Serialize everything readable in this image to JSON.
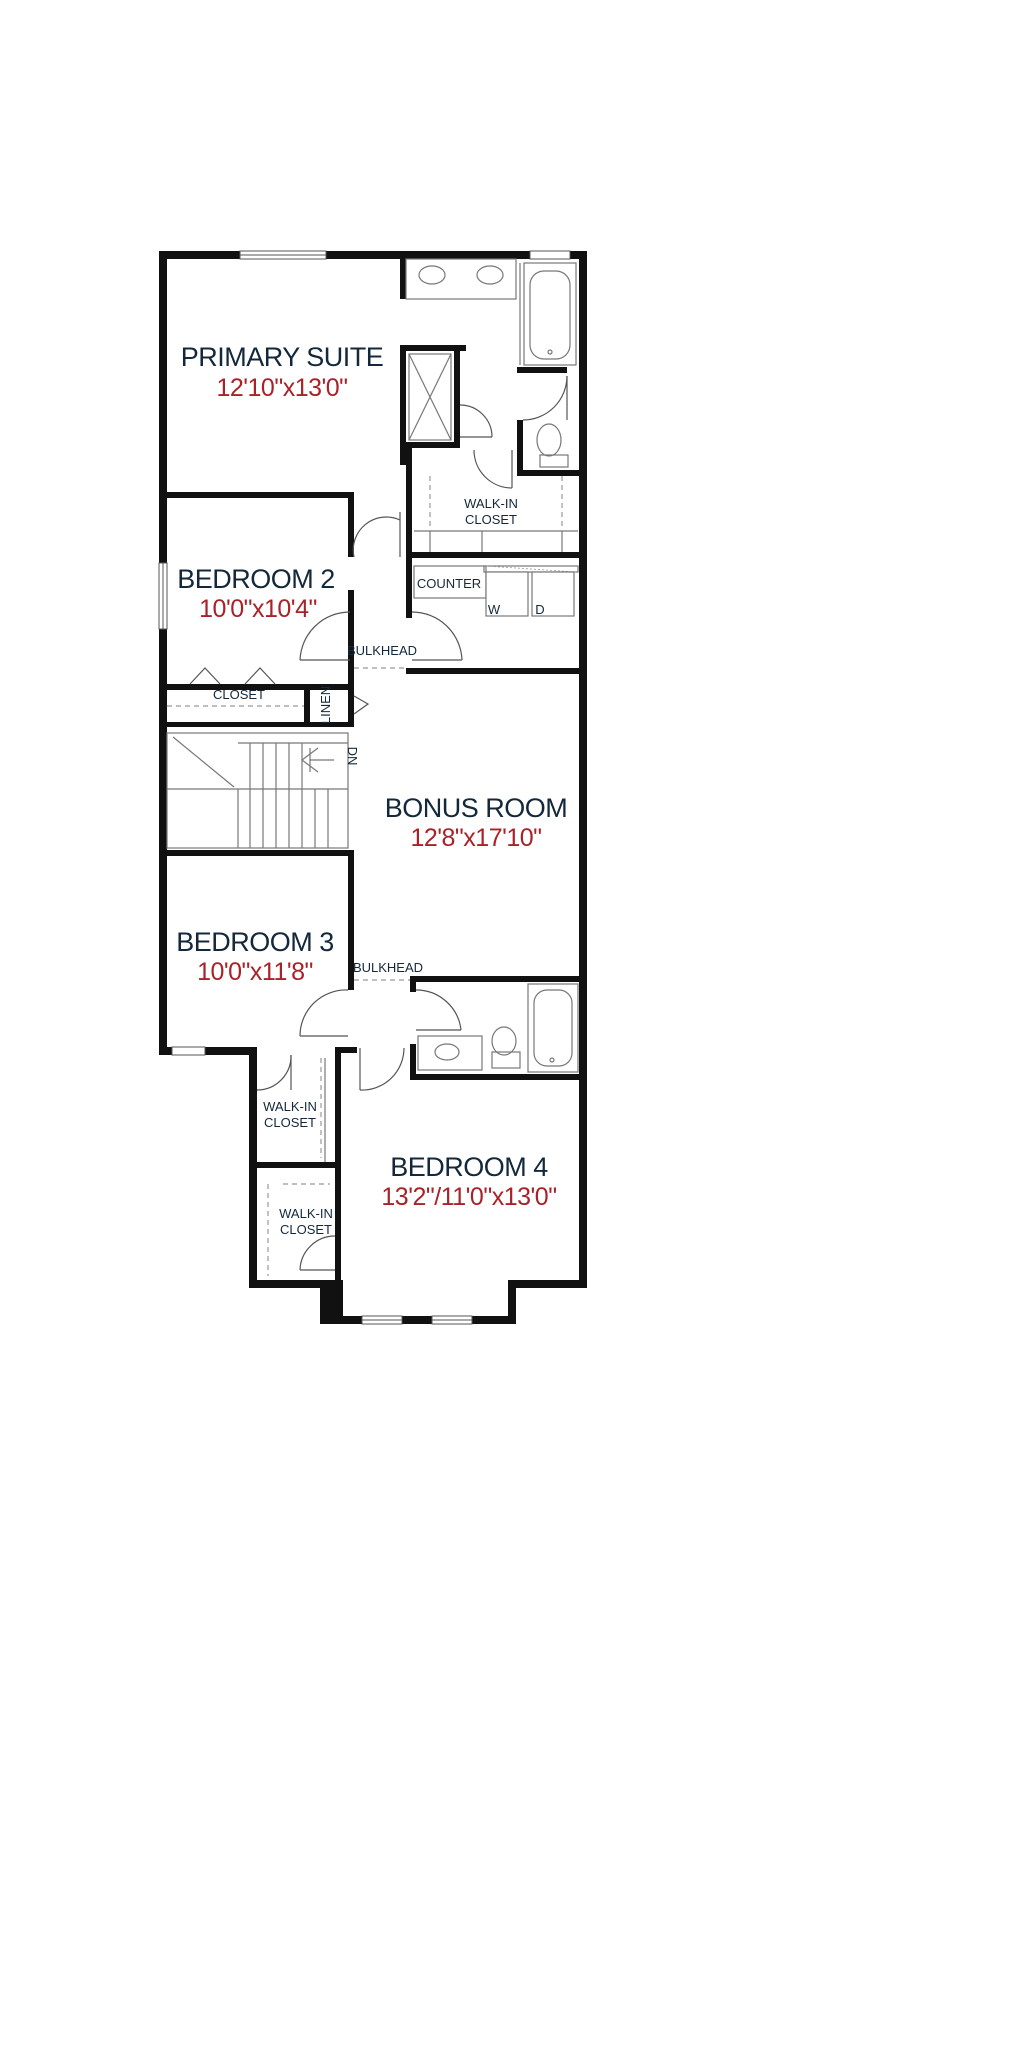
{
  "rooms": {
    "primary_suite": {
      "name": "PRIMARY SUITE",
      "dim": "12'10\"x13'0\""
    },
    "bedroom2": {
      "name": "BEDROOM 2",
      "dim": "10'0\"x10'4\""
    },
    "bonus_room": {
      "name": "BONUS ROOM",
      "dim": "12'8\"x17'10\""
    },
    "bedroom3": {
      "name": "BEDROOM 3",
      "dim": "10'0\"x11'8\""
    },
    "bedroom4": {
      "name": "BEDROOM 4",
      "dim": "13'2\"/11'0\"x13'0\""
    }
  },
  "labels": {
    "walkin_top_1": "WALK-IN",
    "walkin_top_2": "CLOSET",
    "counter": "COUNTER",
    "washer": "W",
    "dryer": "D",
    "bulkhead_top": "BULKHEAD",
    "closet": "CLOSET",
    "linen": "LINEN",
    "dn": "DN",
    "bulkhead_bottom": "BULKHEAD",
    "walkin_a_1": "WALK-IN",
    "walkin_a_2": "CLOSET",
    "walkin_b_1": "WALK-IN",
    "walkin_b_2": "CLOSET"
  },
  "colors": {
    "room_name": "#13283b",
    "room_dim": "#a82228",
    "wall": "#111111"
  }
}
